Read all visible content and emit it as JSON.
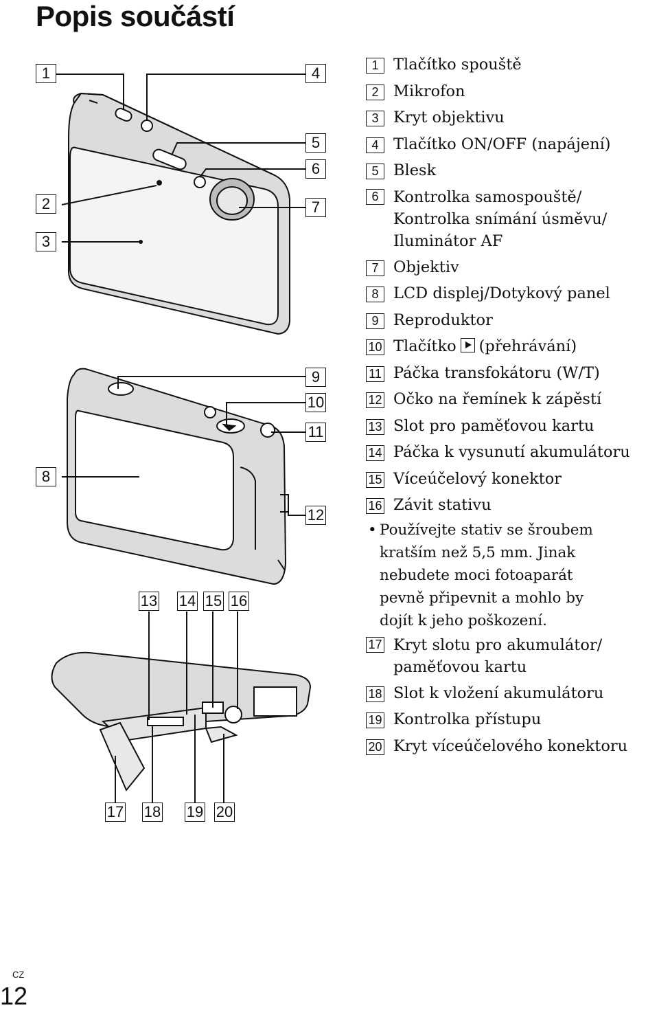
{
  "title": "Popis součástí",
  "legend": [
    {
      "n": "1",
      "text": "Tlačítko spouště"
    },
    {
      "n": "2",
      "text": "Mikrofon"
    },
    {
      "n": "3",
      "text": "Kryt objektivu"
    },
    {
      "n": "4",
      "text": "Tlačítko ON/OFF (napájení)"
    },
    {
      "n": "5",
      "text": "Blesk"
    },
    {
      "n": "6",
      "lines": [
        "Kontrolka samospouště/",
        "Kontrolka snímání úsměvu/",
        "Iluminátor AF"
      ]
    },
    {
      "n": "7",
      "text": "Objektiv"
    },
    {
      "n": "8",
      "text": "LCD displej/Dotykový panel"
    },
    {
      "n": "9",
      "text": "Reproduktor"
    },
    {
      "n": "10",
      "before": "Tlačítko",
      "icon": "play-icon",
      "after": "(přehrávání)"
    },
    {
      "n": "11",
      "text": "Páčka transfokátoru (W/T)"
    },
    {
      "n": "12",
      "text": "Očko na řemínek k zápěstí"
    },
    {
      "n": "13",
      "text": "Slot pro paměťovou kartu"
    },
    {
      "n": "14",
      "text": "Páčka k vysunutí akumulátoru"
    },
    {
      "n": "15",
      "text": "Víceúčelový konektor"
    },
    {
      "n": "16",
      "text": "Závit stativu"
    },
    {
      "n": "17",
      "lines": [
        "Kryt slotu pro akumulátor/",
        "paměťovou kartu"
      ]
    },
    {
      "n": "18",
      "text": "Slot k vložení akumulátoru"
    },
    {
      "n": "19",
      "text": "Kontrolka přístupu"
    },
    {
      "n": "20",
      "text": "Kryt víceúčelového konektoru"
    }
  ],
  "note": {
    "bullet": "•",
    "lines": [
      "Používejte stativ se šroubem",
      "kratším než 5,5 mm. Jinak",
      "nebudete moci fotoaparát",
      "pevně připevnit a mohlo by",
      "dojít k jeho poškození."
    ]
  },
  "callouts": {
    "c1": "1",
    "c2": "2",
    "c3": "3",
    "c4": "4",
    "c5": "5",
    "c6": "6",
    "c7": "7",
    "c8": "8",
    "c9": "9",
    "c10": "10",
    "c11": "11",
    "c12": "12",
    "c13": "13",
    "c14": "14",
    "c15": "15",
    "c16": "16",
    "c17": "17",
    "c18": "18",
    "c19": "19",
    "c20": "20"
  },
  "footer": {
    "lang": "CZ",
    "page": "12"
  }
}
